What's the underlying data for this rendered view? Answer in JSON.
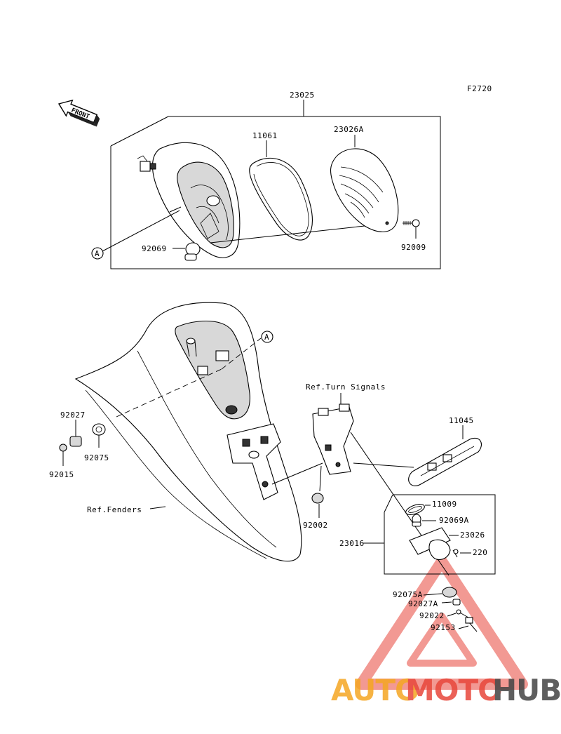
{
  "figure_code": "F2720",
  "front_arrow_label": "FRONT",
  "reference_marker": "A",
  "watermark": {
    "part1": "AUTO",
    "part2": "MOTO",
    "part3": "HUB",
    "color1": "#f5a623",
    "color2": "#e8473b",
    "color3": "#444444"
  },
  "labels": {
    "p23025": "23025",
    "p11061": "11061",
    "p23026A": "23026A",
    "p92069": "92069",
    "p92009": "92009",
    "ref_turn_signals": "Ref.Turn Signals",
    "p11045": "11045",
    "p92027": "92027",
    "p92075": "92075",
    "p92015": "92015",
    "ref_fenders": "Ref.Fenders",
    "p92002": "92002",
    "p11009": "11009",
    "p92069A": "92069A",
    "p23016": "23016",
    "p23026": "23026",
    "p220": "220",
    "p92075A": "92075A",
    "p92027A": "92027A",
    "p92022": "92022",
    "p92153": "92153"
  }
}
